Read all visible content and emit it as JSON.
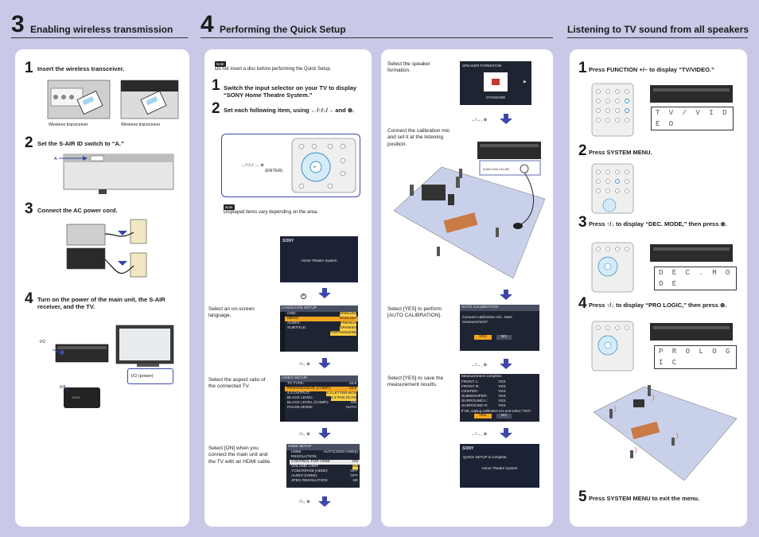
{
  "sections": {
    "s3": {
      "number": "3",
      "title": "Enabling wireless transmission"
    },
    "s4": {
      "number": "4",
      "title": "Performing the Quick Setup"
    },
    "s5": {
      "title": "Listening to TV sound from all speakers"
    }
  },
  "wireless": {
    "steps": [
      {
        "num": "1",
        "text": "Insert the wireless transceiver."
      },
      {
        "num": "2",
        "text": "Set the S-AIR ID switch to “A.”"
      },
      {
        "num": "3",
        "text": "Connect the AC power cord."
      },
      {
        "num": "4",
        "text": "Turn on the power of the main unit, the S-AIR receiver, and the TV."
      }
    ],
    "labels": {
      "transceiver_left": "Wireless transceiver",
      "transceiver_right": "Wireless transceiver",
      "switch_a": "A",
      "power_main": "I/⏻",
      "power_receiver": "I/⏻",
      "power_tv": "I/⏻  (power)"
    }
  },
  "quick_setup": {
    "note_badge": "Note",
    "note_top": "Do not insert a disc before performing the Quick Setup.",
    "steps": [
      {
        "num": "1",
        "text": "Switch the input selector on your TV to display “SONY Home Theatre System.”"
      },
      {
        "num": "2",
        "text": "Set each following item, using ←/↑/↓/→ and ⊕."
      }
    ],
    "remote_label": "←/↑/↓/→, ⊕",
    "remote_enter": "(ENTER)",
    "note_badge2": "Note",
    "note_bottom": "Displayed items vary depending on the area.",
    "sony_logo": "SONY",
    "home_theatre": "Home Theatre System",
    "nav_updown_enter": "↑/↓, ⊕",
    "nav_enter": "⊕",
    "nav_leftright_enter": "←/→, ⊕",
    "instr_language": "Select an on-screen language.",
    "instr_aspect": "Select the aspect ratio of the connected TV.",
    "instr_hdmi": "Select [ON] when you connect the main unit and the TV with an HDMI cable.",
    "instr_speaker": "Select the speaker formation.",
    "instr_mic": "Connect the calibration mic and set it at the listening position.",
    "instr_autocal": "Select [YES] to perform [AUTO CALIBRATION].",
    "instr_save": "Select [YES] to save the measurement results.",
    "osd_language": {
      "header": "LANGUAGE SETUP",
      "rows": [
        [
          "OSD:",
          "ENGLISH"
        ],
        [
          "MENU:",
          "ENGLISH"
        ],
        [
          "AUDIO:",
          "FRENCH"
        ],
        [
          "SUBTITLE:",
          "SPANISH"
        ],
        [
          "",
          "PORTUGUESE"
        ]
      ]
    },
    "osd_video": {
      "header": "VIDEO SETUP",
      "rows": [
        [
          "TV TYPE:",
          "16:9"
        ],
        [
          "PROGRESSIVE (COMP):",
          "16:9"
        ],
        [
          "4:3 OUTPUT:",
          "4:3 LETTER BOX"
        ],
        [
          "BLACK LEVEL:",
          "4:3 PAN SCAN"
        ],
        [
          "BLACK LEVEL (COMP):",
          "ON"
        ],
        [
          "PAUSE MODE:",
          "AUTO"
        ]
      ]
    },
    "osd_hdmi": {
      "header": "HDMI SETUP",
      "rows": [
        [
          "HDMI RESOLUTION:",
          "AUTO(1920×1080p)"
        ],
        [
          "CONTROL FOR HDMI:",
          "ON"
        ],
        [
          "VOLUME LIMIT:",
          "ON"
        ],
        [
          "YCBCR/RGB (HDMI):",
          "OFF"
        ],
        [
          "AUDIO (HDMI):",
          "OFF"
        ],
        [
          "JPEG RESOLUTION:",
          "SD"
        ]
      ]
    },
    "osd_speaker": {
      "header": "SPEAKER FORMATION",
      "label": "STANDARD"
    },
    "unit_jack_label": "AUDIO IN/A.CAL MIC",
    "osd_autocal": {
      "header": "AUTO CALIBRATION",
      "text": "Connect calibration mic. Start measurement?",
      "yes": "YES",
      "no": "NO"
    },
    "osd_measure": {
      "header": "Measurement complete.",
      "rows": [
        [
          "FRONT L:",
          "YES"
        ],
        [
          "FRONT R:",
          "YES"
        ],
        [
          "CENTER:",
          "YES"
        ],
        [
          "SUBWOOFER:",
          "YES"
        ],
        [
          "SURROUND L:",
          "YES"
        ],
        [
          "SURROUND R:",
          "YES"
        ]
      ],
      "footer": "If OK, unplug calibration mic and select \"YES\".",
      "yes": "YES",
      "no": "NO"
    },
    "osd_complete": {
      "logo": "SONY",
      "text1": "QUICK SETUP is complete.",
      "text2": "Home Theatre System"
    }
  },
  "tv_sound": {
    "steps": [
      {
        "num": "1",
        "text": "Press FUNCTION +/– to display “TV/VIDEO.”"
      },
      {
        "num": "2",
        "text": "Press SYSTEM MENU."
      },
      {
        "num": "3",
        "text": "Press ↑/↓ to display “DEC. MODE,” then press ⊕."
      },
      {
        "num": "4",
        "text": "Press ↑/↓ to display “PRO LOGIC,” then press ⊕."
      },
      {
        "num": "5",
        "text": "Press SYSTEM MENU to exit the menu."
      }
    ],
    "lcd": [
      "T V / V I D E O",
      "",
      "D E C .  M O D E",
      "P R O  L O G I C"
    ]
  }
}
